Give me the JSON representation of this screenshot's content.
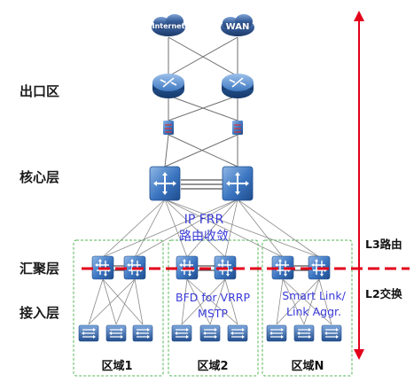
{
  "layers": {
    "egress": "出口区",
    "core": "核心层",
    "aggregation": "汇聚层",
    "access": "接入层"
  },
  "clouds": {
    "internet": "Internet",
    "wan": "WAN"
  },
  "annotations": {
    "ip_frr": "IP FRR",
    "route_convergence": "路由收敛",
    "bfd_for_vrrp": "BFD for VRRP",
    "mstp": "MSTP",
    "smart_link": "Smart Link/",
    "link_aggr": "Link Aggr."
  },
  "side_labels": {
    "l3": "L3路由",
    "l2": "L2交换"
  },
  "areas": [
    {
      "label": "区域1"
    },
    {
      "label": "区域2"
    },
    {
      "label": "区域N"
    }
  ],
  "colors": {
    "arrow_red": "#e3001b",
    "area_border": "#55b455",
    "annotation_blue": "#3a3ad8",
    "cloud_blue": "#2d4f86",
    "device_blue": "#2b63a8"
  },
  "icons": {
    "cloud": "cloud-icon",
    "router": "router-icon",
    "firewall": "firewall-icon",
    "core_switch": "core-switch-icon",
    "aggregation_switch": "aggregation-switch-icon",
    "access_switch": "access-switch-icon"
  }
}
